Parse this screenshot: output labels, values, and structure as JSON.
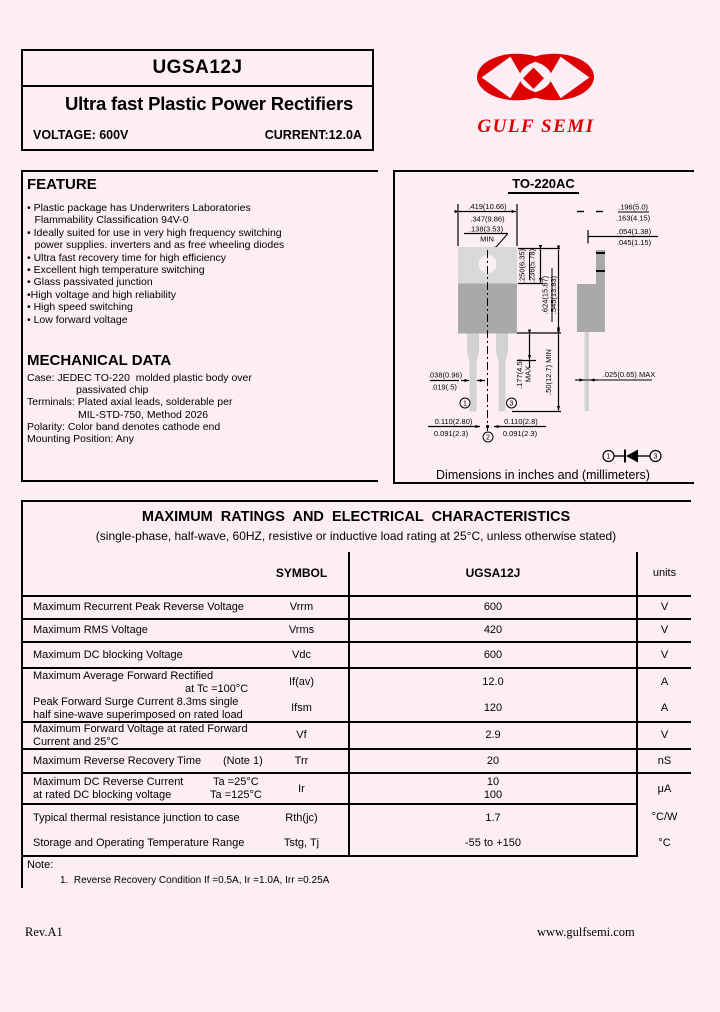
{
  "title_box": {
    "part_number": "UGSA12J",
    "family": "Ultra fast Plastic Power Rectifiers",
    "voltage": "VOLTAGE: 600V",
    "current": "CURRENT:12.0A"
  },
  "logo": {
    "text": "GULF SEMI",
    "color": "#dd0000"
  },
  "feature": {
    "heading": "FEATURE",
    "lines": [
      {
        "text": "• Plastic package has Underwriters Laboratories",
        "cont": false
      },
      {
        "text": "Flammability Classification 94V-0",
        "cont": true
      },
      {
        "text": "• Ideally suited for use in very high frequency switching",
        "cont": false
      },
      {
        "text": "power supplies. inverters and as free wheeling diodes",
        "cont": true
      },
      {
        "text": "• Ultra fast recovery time for high efficiency",
        "cont": false
      },
      {
        "text": "• Excellent high temperature switching",
        "cont": false
      },
      {
        "text": "• Glass passivated junction",
        "cont": false
      },
      {
        "text": "•High voltage and high reliability",
        "cont": false
      },
      {
        "text": "• High speed switching",
        "cont": false
      },
      {
        "text": "• Low forward voltage",
        "cont": false
      }
    ]
  },
  "mechanical": {
    "heading": "MECHANICAL DATA",
    "lines": [
      {
        "text": "Case: JEDEC TO-220  molded plastic body over",
        "ind": 0
      },
      {
        "text": "passivated chip",
        "ind": 1
      },
      {
        "text": "Terminals: Plated axial leads, solderable per",
        "ind": 0
      },
      {
        "text": "MIL-STD-750, Method 2026",
        "ind": 2
      },
      {
        "text": "Polarity: Color band denotes cathode end",
        "ind": 0
      },
      {
        "text": "Mounting Position: Any",
        "ind": 0
      }
    ]
  },
  "package": {
    "title": "TO-220AC",
    "caption": "Dimensions in inches and (millimeters)",
    "pins": {
      "pin1": "1",
      "pin2": "2",
      "pin3": "3"
    },
    "dims": {
      "body_width_max": ".419(10.66)",
      "body_width_min": ".347(9.86)",
      "hole_dia": ".138(3.53)",
      "hole_qual": "MIN",
      "tab_height_max": ".250(6.35)",
      "tab_height_min": ".236(5.78)",
      "overall_max": ".624(15.87)",
      "overall_min": ".545(13.83)",
      "shoulder_len": ".177(4.5)",
      "shoulder_qual": "MAX",
      "lead_length": ".50(12.7) MIN",
      "lead_width_max": ".038(0.96)",
      "lead_width_min": ".019(.5)",
      "pitch_left_max": "0.110(2.80)",
      "pitch_left_min": "0.091(2.3)",
      "pitch_right_max": "0.110(2.8)",
      "pitch_right_min": "0.091(2.3)",
      "thickness_max": ".196(5.0)",
      "thickness_min": ".163(4.15)",
      "tab_thickness_max": ".054(1.38)",
      "tab_thickness_min": ".045(1.15)",
      "lead_thickness": ".025(0.65) MAX"
    }
  },
  "ratings": {
    "title": "MAXIMUM  RATINGS  AND  ELECTRICAL  CHARACTERISTICS",
    "subtitle": "(single-phase, half-wave, 60HZ, resistive or inductive load rating at 25°C, unless otherwise stated)",
    "header": {
      "symbol": "SYMBOL",
      "device": "UGSA12J",
      "units": "units"
    },
    "rows": [
      {
        "param": "Maximum Recurrent Peak Reverse Voltage",
        "symbol": "Vrrm",
        "value": "600",
        "unit": "V"
      },
      {
        "param": "Maximum RMS Voltage",
        "symbol": "Vrms",
        "value": "420",
        "unit": "V"
      },
      {
        "param": "Maximum DC blocking Voltage",
        "symbol": "Vdc",
        "value": "600",
        "unit": "V"
      },
      {
        "param_l1": "Maximum Average Forward Rectified",
        "param_l2": "at Tc =100°C",
        "symbol": "If(av)",
        "value": "12.0",
        "unit": "A"
      },
      {
        "param_l1": "Peak Forward Surge Current 8.3ms single",
        "param_l2": "half sine-wave superimposed on rated load",
        "symbol": "Ifsm",
        "value": "120",
        "unit": "A"
      },
      {
        "param_l1": "Maximum Forward Voltage at rated Forward",
        "param_l2": "Current and 25°C",
        "symbol": "Vf",
        "value": "2.9",
        "unit": "V"
      },
      {
        "param": "Maximum Reverse Recovery Time",
        "note_ref": "(Note 1)",
        "symbol": "Trr",
        "value": "20",
        "unit": "nS"
      },
      {
        "param_l1": "Maximum DC Reverse Current",
        "cond_l1": "Ta =25°C",
        "param_l2": "at rated DC blocking voltage",
        "cond_l2": "Ta =125°C",
        "symbol": "Ir",
        "value_l1": "10",
        "value_l2": "100",
        "unit": "μA"
      },
      {
        "param": "Typical thermal resistance junction to case",
        "symbol": "Rth(jc)",
        "value": "1.7",
        "unit": "°C/W"
      },
      {
        "param": "Storage and Operating Temperature Range",
        "symbol": "Tstg, Tj",
        "value": "-55 to +150",
        "unit": "°C"
      }
    ]
  },
  "note": {
    "label": "Note:",
    "item": "1.  Reverse Recovery Condition If =0.5A, Ir =1.0A, Irr =0.25A"
  },
  "footer": {
    "rev": "Rev.A1",
    "website": "www.gulfsemi.com"
  }
}
